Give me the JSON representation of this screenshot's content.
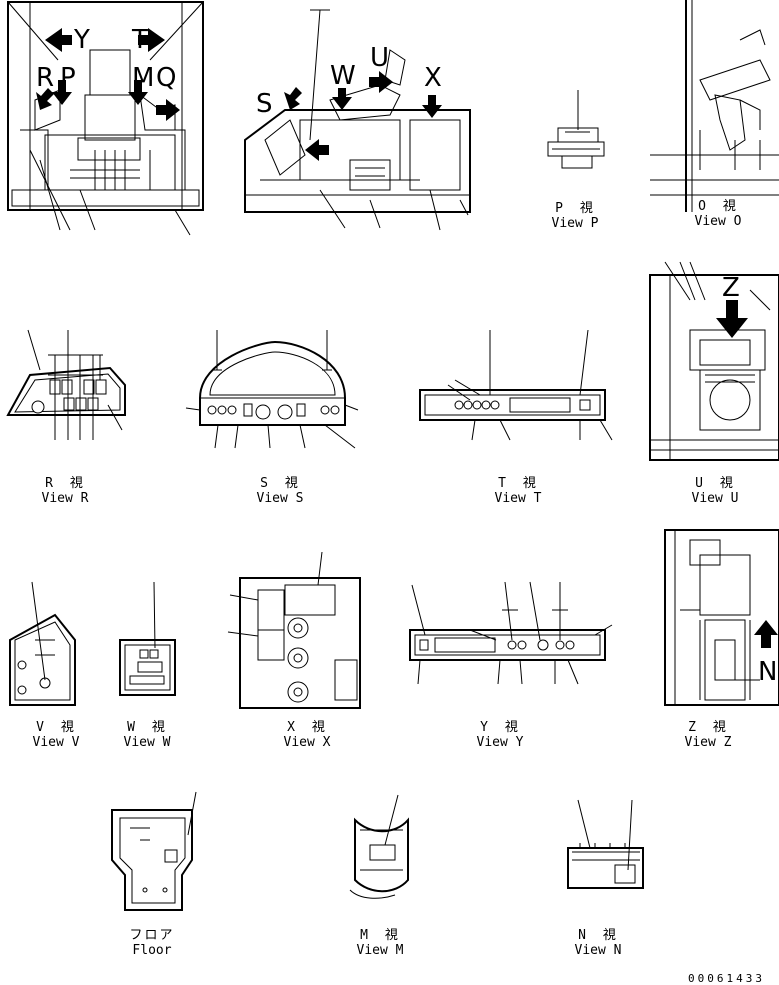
{
  "overview_letters": {
    "left": [
      "Y",
      "T",
      "R",
      "P",
      "M",
      "Q"
    ],
    "center": [
      "S",
      "W",
      "U",
      "X"
    ]
  },
  "views": {
    "p": {
      "jp": "P　視",
      "en": "View P"
    },
    "o": {
      "jp": "O　視",
      "en": "View O"
    },
    "r": {
      "jp": "R　視",
      "en": "View R"
    },
    "s": {
      "jp": "S　視",
      "en": "View S"
    },
    "t": {
      "jp": "T　視",
      "en": "View T"
    },
    "u": {
      "jp": "U　視",
      "en": "View U"
    },
    "v": {
      "jp": "V　視",
      "en": "View V"
    },
    "w": {
      "jp": "W　視",
      "en": "View W"
    },
    "x": {
      "jp": "X　視",
      "en": "View X"
    },
    "y": {
      "jp": "Y　視",
      "en": "View Y"
    },
    "z": {
      "jp": "Z　視",
      "en": "View Z"
    },
    "floor": {
      "jp": "フロア",
      "en": "Floor"
    },
    "m": {
      "jp": "M　視",
      "en": "View M"
    },
    "n": {
      "jp": "N　視",
      "en": "View N"
    }
  },
  "view_u_letter": "Z",
  "view_z_letter": "N",
  "document_number": "00061433"
}
